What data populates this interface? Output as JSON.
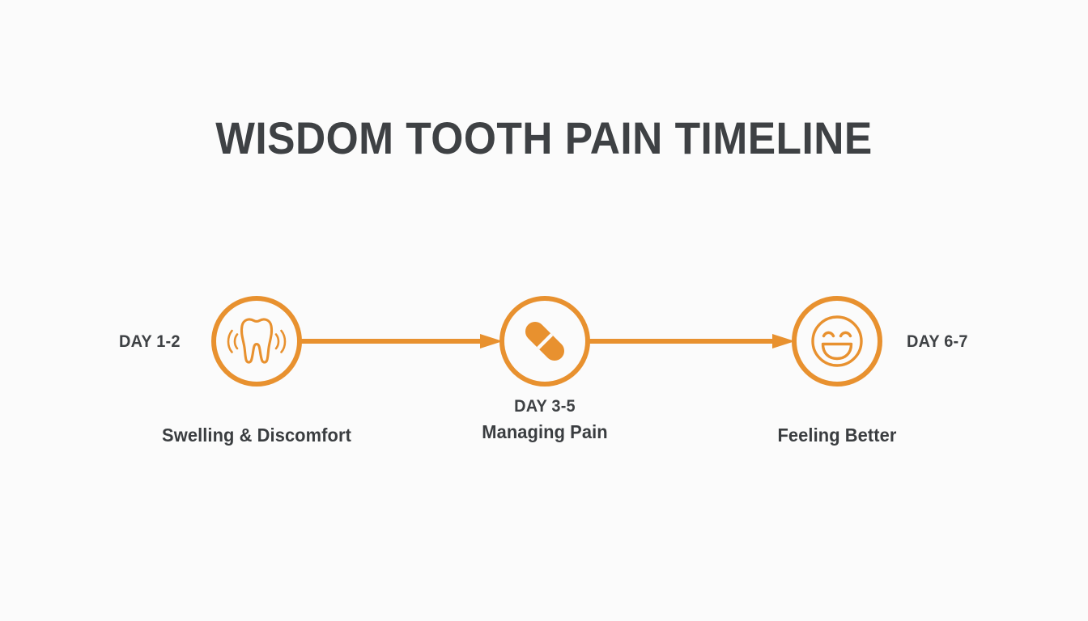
{
  "page": {
    "title": "WISDOM TOOTH PAIN TIMELINE",
    "background_color": "#fbfbfb",
    "accent_color": "#e8912f",
    "text_color": "#3e4144"
  },
  "timeline": {
    "steps": [
      {
        "id": "step-1",
        "day_label": "DAY 1-2",
        "day_position": "left-of-circle",
        "caption": "Swelling & Discomfort",
        "icon": "tooth-pain-icon"
      },
      {
        "id": "step-2",
        "day_label": "DAY 3-5",
        "day_position": "below-circle",
        "caption": "Managing Pain",
        "icon": "pill-capsule-icon"
      },
      {
        "id": "step-3",
        "day_label": "DAY 6-7",
        "day_position": "right-of-circle",
        "caption": "Feeling Better",
        "icon": "smiley-face-icon"
      }
    ],
    "connectors": [
      {
        "id": "connector-1",
        "from": "step-1",
        "to": "step-2",
        "style": "arrow-right"
      },
      {
        "id": "connector-2",
        "from": "step-2",
        "to": "step-3",
        "style": "arrow-right"
      }
    ]
  }
}
